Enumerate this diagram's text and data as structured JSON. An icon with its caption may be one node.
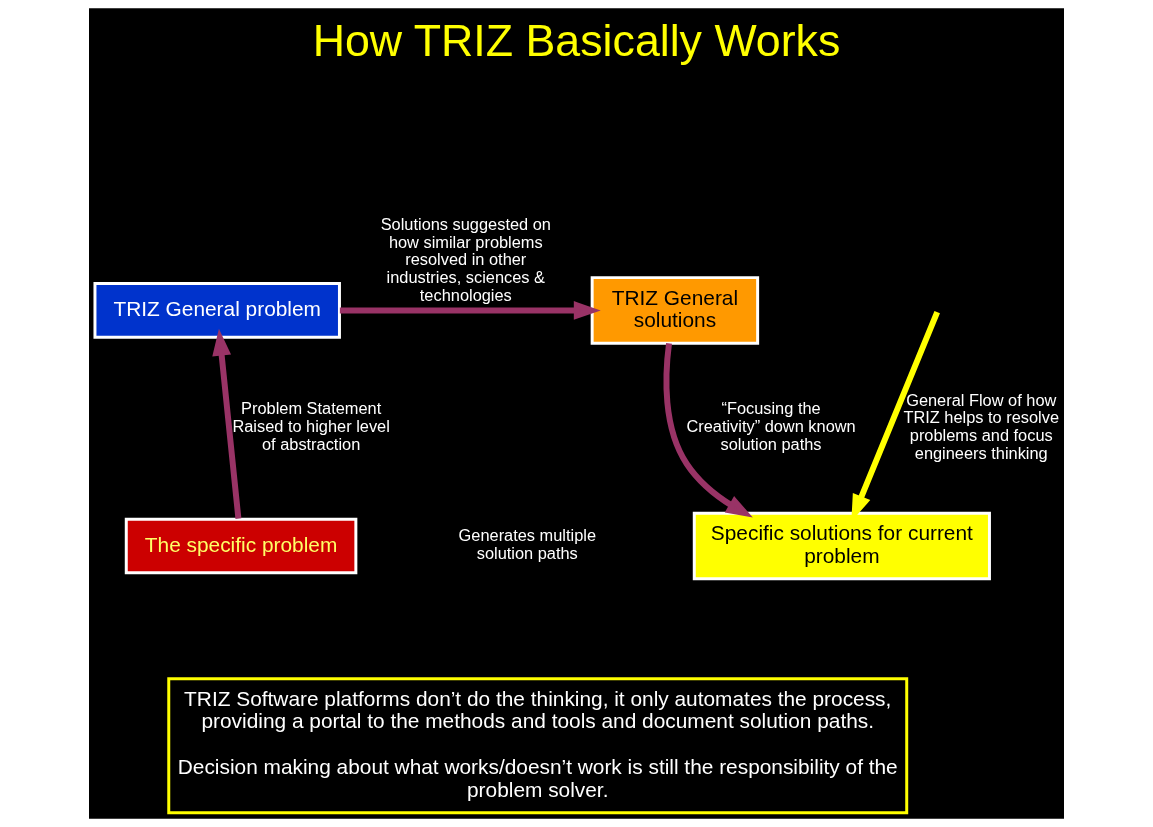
{
  "diagram": {
    "title": "How TRIZ Basically Works",
    "nodes": [
      {
        "text": [
          "TRIZ General problem"
        ]
      },
      {
        "text": [
          "TRIZ General solutions"
        ]
      },
      {
        "text": [
          "The specific problem"
        ]
      },
      {
        "text": [
          "Specific solutions for current problem"
        ]
      },
      {
        "text": [
          "TRIZ Software platforms don’t do the thinking, it only automates the process, providing a portal to the methods and tools and document solution paths.",
          "Decision making about what works/doesn’t work is still the responsibility of the problem solver."
        ]
      }
    ],
    "edges": [
      {
        "from": 2,
        "to": 0,
        "arrow": "to",
        "label": "Problem Statement Raised to higher level of abstraction"
      },
      {
        "from": 0,
        "to": 1,
        "arrow": "to",
        "label": "Solutions suggested on how similar problems resolved in other industries, sciences & technologies"
      },
      {
        "from": 1,
        "to": 3,
        "arrow": "to",
        "label": "“Focusing the Creativity” down known solution paths"
      },
      {
        "from": null,
        "to": 3,
        "arrow": "to",
        "label": "General Flow of how TRIZ helps to resolve problems and focus engineers thinking",
        "color": "#ffff00"
      }
    ],
    "labels": [
      "Generates multiple solution paths"
    ]
  }
}
